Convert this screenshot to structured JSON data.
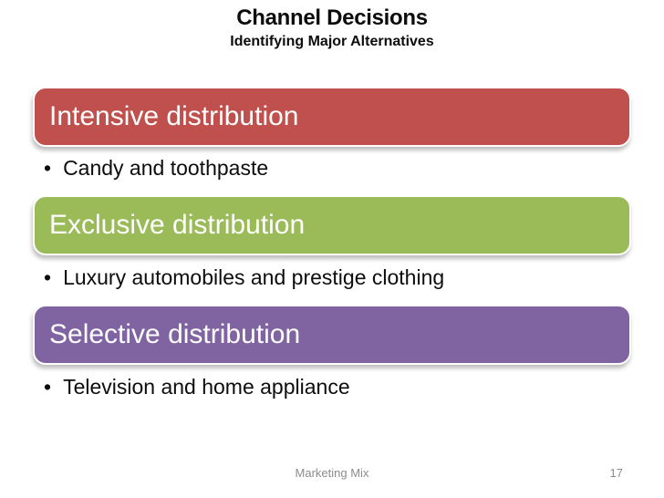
{
  "slide": {
    "title": "Channel Decisions",
    "subtitle": "Identifying Major Alternatives",
    "bullet_glyph": "•",
    "sections": [
      {
        "title": "Intensive distribution",
        "color": "#c0504d",
        "bullet": "Candy and toothpaste"
      },
      {
        "title": "Exclusive distribution",
        "color": "#9bbb59",
        "bullet": "Luxury automobiles and prestige clothing"
      },
      {
        "title": "Selective distribution",
        "color": "#8064a2",
        "bullet": "Television and home appliance"
      }
    ],
    "footer": {
      "label": "Marketing Mix",
      "page_number": "17"
    }
  }
}
